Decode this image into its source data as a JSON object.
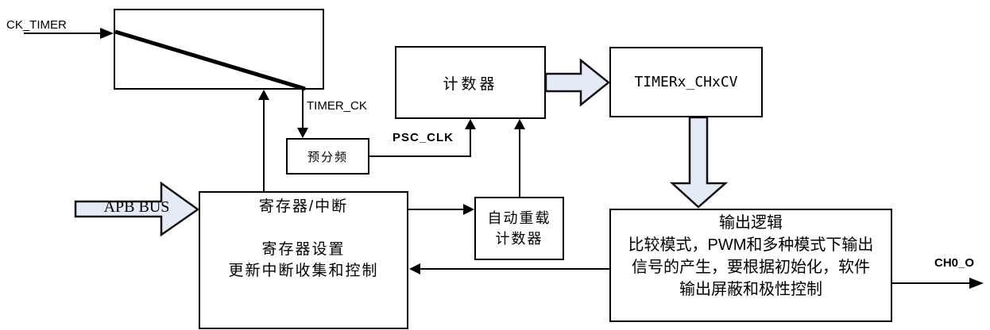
{
  "diagram": {
    "colors": {
      "background": "#ffffff",
      "line": "#000000",
      "block_arrow_fill": "#e5ebf6",
      "block_arrow_stroke": "#111111"
    },
    "labels": {
      "ck_timer": "CK_TIMER",
      "timer_ck": "TIMER_CK",
      "psc_clk": "PSC_CLK",
      "apb_bus": "APB BUS",
      "ch0_o": "CH0_O"
    },
    "blocks": {
      "counter": {
        "label": "计数器"
      },
      "chxcv_register": {
        "label": "TIMERx_CHxCV"
      },
      "prescaler": {
        "label": "预分频"
      },
      "registers_interrupt": {
        "title": "寄存器/中断",
        "line1": "寄存器设置",
        "line2": "更新中断收集和控制"
      },
      "auto_reload_counter": {
        "line1": "自动重载",
        "line2": "计数器"
      },
      "output_logic": {
        "title": "输出逻辑",
        "line1": "比较模式，PWM和多种模式下输出",
        "line2": "信号的产生，要根据初始化，软件",
        "line3": "输出屏蔽和极性控制"
      }
    }
  }
}
